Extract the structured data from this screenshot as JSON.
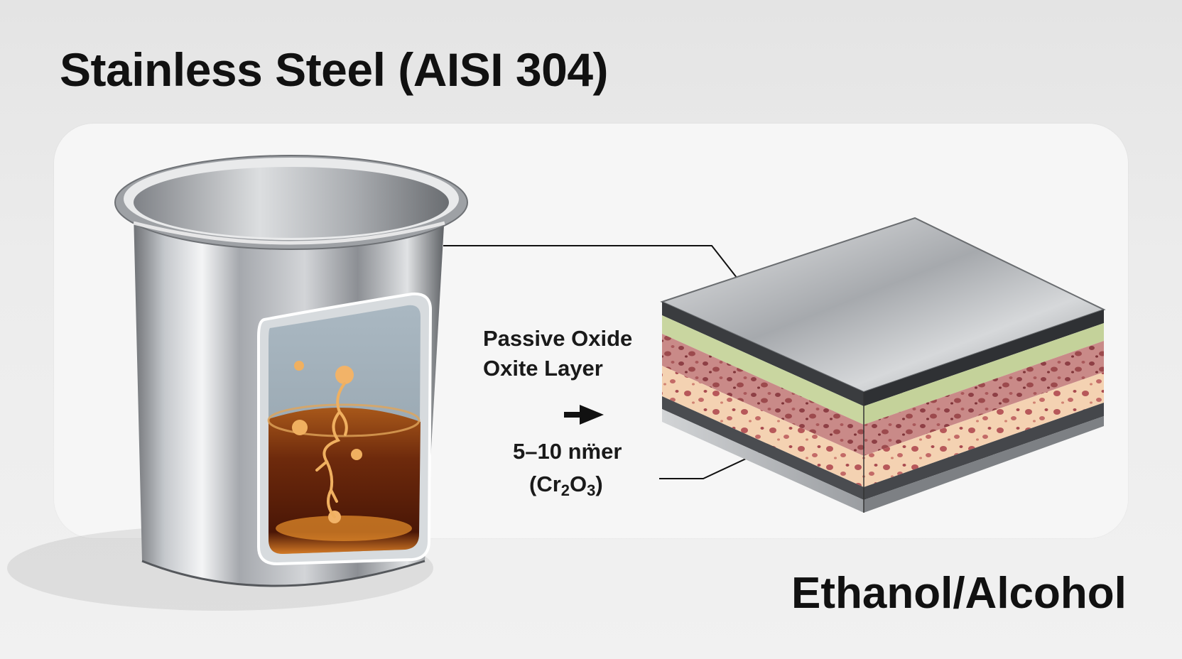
{
  "title": "Stainless Steel (AISI 304)",
  "labels": {
    "passive_line1": "Passive Oxide",
    "passive_line2": "Oxite Layer",
    "thickness": "5–10 nm̈er",
    "formula_prefix": "(Cr",
    "formula_sub1": "2",
    "formula_mid": "O",
    "formula_sub2": "3",
    "formula_suffix": ")"
  },
  "solvent_label": "Ethanol/Alcohol",
  "icons": {
    "container": "steel-beaker-icon",
    "layer_stack": "oxide-layer-cross-section",
    "arrow": "right-arrow-icon"
  },
  "colors": {
    "steel": "#b9bcc0",
    "liquid": "#9a4a10",
    "oxide_green": "#c9d6a0",
    "layer_red": "#c2787a",
    "layer_peach": "#f3d2b0"
  }
}
